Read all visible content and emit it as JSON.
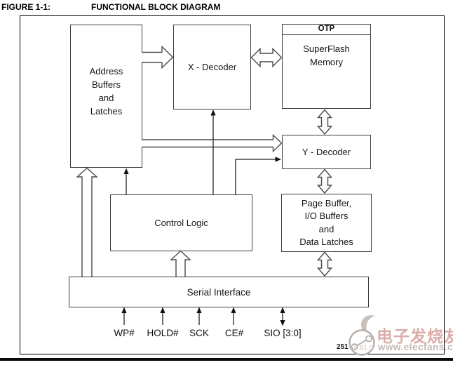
{
  "title": {
    "figure_label": "FIGURE 1-1:",
    "figure_title": "FUNCTIONAL BLOCK DIAGRAM"
  },
  "blocks": {
    "address_buffers": {
      "label": "Address\nBuffers\nand\nLatches"
    },
    "x_decoder": {
      "label": "X - Decoder"
    },
    "superflash": {
      "otp_label": "OTP",
      "label": "SuperFlash\nMemory"
    },
    "y_decoder": {
      "label": "Y - Decoder"
    },
    "control_logic": {
      "label": "Control Logic"
    },
    "page_buffer": {
      "label": "Page Buffer,\nI/O Buffers\nand\nData Latches"
    },
    "serial_interface": {
      "label": "Serial Interface"
    }
  },
  "signals": [
    {
      "label": "WP#",
      "direction": "in"
    },
    {
      "label": "HOLD#",
      "direction": "in"
    },
    {
      "label": "SCK",
      "direction": "in"
    },
    {
      "label": "CE#",
      "direction": "in"
    },
    {
      "label": "SIO [3:0]",
      "direction": "bidirectional"
    }
  ],
  "footer": {
    "page_code": "251",
    "stamp_code": "19 B1.0"
  },
  "watermark": {
    "cn_text": "电子发烧友",
    "url_text": "www.elecfans.com"
  },
  "colors": {
    "block_border": "#3c3c3c",
    "frame_border": "#000000",
    "connector": "#4a4a4a",
    "thin_arrow": "#222222",
    "watermark_red": "#cb8d84",
    "watermark_gray": "#b5aeaa"
  }
}
